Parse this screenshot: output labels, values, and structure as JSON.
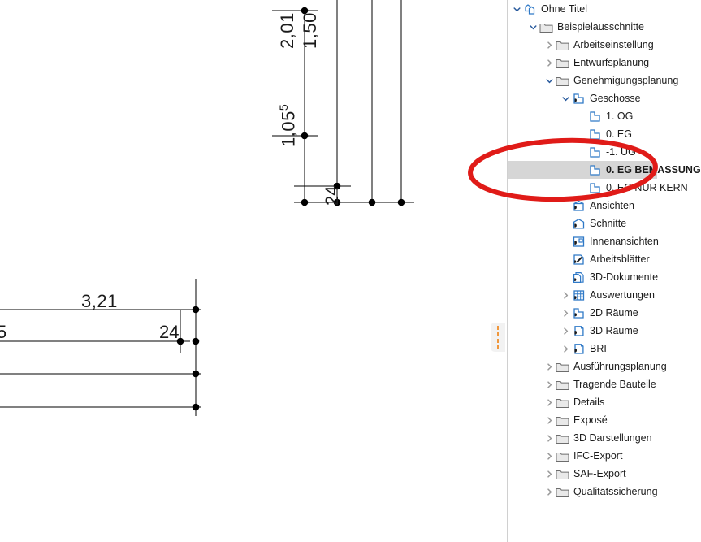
{
  "app": {
    "window_title": "Ohne Titel"
  },
  "cad": {
    "name": "floor-plan-dimension-drawing",
    "upper_drawing": {
      "dimension_labels": [
        {
          "text": "2,01",
          "orientation": "vertical"
        },
        {
          "text": "1,50",
          "orientation": "vertical"
        },
        {
          "text": "1,05",
          "superscript": "5",
          "orientation": "vertical"
        },
        {
          "text": "24",
          "orientation": "vertical"
        }
      ]
    },
    "lower_drawing": {
      "dimension_labels": [
        {
          "text": "3,21",
          "orientation": "horizontal"
        },
        {
          "text": "24",
          "orientation": "horizontal"
        },
        {
          "text": "5",
          "orientation": "horizontal",
          "clipped": true
        }
      ]
    }
  },
  "splitter": {
    "name": "panel-splitter-handle",
    "dash_color": "#f0973c"
  },
  "annotation": {
    "shape": "ellipse",
    "color": "#e01b18",
    "stroke_width": 6
  },
  "navigator": {
    "title": "Ohne Titel",
    "selection_color": "#d6d6d6",
    "tree": [
      {
        "label": "Ohne Titel",
        "depth": 0,
        "twisty": "expanded",
        "icon": "project-copies-icon",
        "selected": false
      },
      {
        "label": "Beispielausschnitte",
        "depth": 1,
        "twisty": "expanded",
        "icon": "folder-icon",
        "selected": false
      },
      {
        "label": "Arbeitseinstellung",
        "depth": 2,
        "twisty": "collapsed",
        "icon": "folder-icon",
        "selected": false
      },
      {
        "label": "Entwurfsplanung",
        "depth": 2,
        "twisty": "collapsed",
        "icon": "folder-icon",
        "selected": false
      },
      {
        "label": "Genehmigungsplanung",
        "depth": 2,
        "twisty": "expanded",
        "icon": "folder-icon",
        "selected": false
      },
      {
        "label": "Geschosse",
        "depth": 3,
        "twisty": "expanded",
        "icon": "story-plan-icon",
        "selected": false
      },
      {
        "label": "1. OG",
        "depth": 4,
        "twisty": "none",
        "icon": "floor-plan-icon",
        "selected": false
      },
      {
        "label": "0. EG",
        "depth": 4,
        "twisty": "none",
        "icon": "floor-plan-icon",
        "selected": false
      },
      {
        "label": "-1. UG",
        "depth": 4,
        "twisty": "none",
        "icon": "floor-plan-icon",
        "selected": false
      },
      {
        "label": "0. EG BEMASSUNG",
        "depth": 4,
        "twisty": "none",
        "icon": "floor-plan-icon",
        "selected": true
      },
      {
        "label": "0. EG NUR KERN",
        "depth": 4,
        "twisty": "none",
        "icon": "floor-plan-icon",
        "selected": false
      },
      {
        "label": "Ansichten",
        "depth": 3,
        "twisty": "none",
        "icon": "elevation-icon",
        "selected": false
      },
      {
        "label": "Schnitte",
        "depth": 3,
        "twisty": "none",
        "icon": "section-icon",
        "selected": false
      },
      {
        "label": "Innenansichten",
        "depth": 3,
        "twisty": "none",
        "icon": "interior-elevation-icon",
        "selected": false
      },
      {
        "label": "Arbeitsblätter",
        "depth": 3,
        "twisty": "none",
        "icon": "worksheet-icon",
        "selected": false
      },
      {
        "label": "3D-Dokumente",
        "depth": 3,
        "twisty": "none",
        "icon": "document-3d-icon",
        "selected": false
      },
      {
        "label": "Auswertungen",
        "depth": 3,
        "twisty": "collapsed",
        "icon": "schedule-icon",
        "selected": false
      },
      {
        "label": "2D Räume",
        "depth": 3,
        "twisty": "collapsed",
        "icon": "story-plan-icon",
        "selected": false
      },
      {
        "label": "3D Räume",
        "depth": 3,
        "twisty": "collapsed",
        "icon": "perspective-3d-icon",
        "selected": false
      },
      {
        "label": "BRI",
        "depth": 3,
        "twisty": "collapsed",
        "icon": "perspective-3d-icon",
        "selected": false
      },
      {
        "label": "Ausführungsplanung",
        "depth": 2,
        "twisty": "collapsed",
        "icon": "folder-icon",
        "selected": false
      },
      {
        "label": "Tragende Bauteile",
        "depth": 2,
        "twisty": "collapsed",
        "icon": "folder-icon",
        "selected": false
      },
      {
        "label": "Details",
        "depth": 2,
        "twisty": "collapsed",
        "icon": "folder-icon",
        "selected": false
      },
      {
        "label": "Exposé",
        "depth": 2,
        "twisty": "collapsed",
        "icon": "folder-icon",
        "selected": false
      },
      {
        "label": "3D Darstellungen",
        "depth": 2,
        "twisty": "collapsed",
        "icon": "folder-icon",
        "selected": false
      },
      {
        "label": "IFC-Export",
        "depth": 2,
        "twisty": "collapsed",
        "icon": "folder-icon",
        "selected": false
      },
      {
        "label": "SAF-Export",
        "depth": 2,
        "twisty": "collapsed",
        "icon": "folder-icon",
        "selected": false
      },
      {
        "label": "Qualitätssicherung",
        "depth": 2,
        "twisty": "collapsed",
        "icon": "folder-icon",
        "selected": false
      }
    ]
  }
}
